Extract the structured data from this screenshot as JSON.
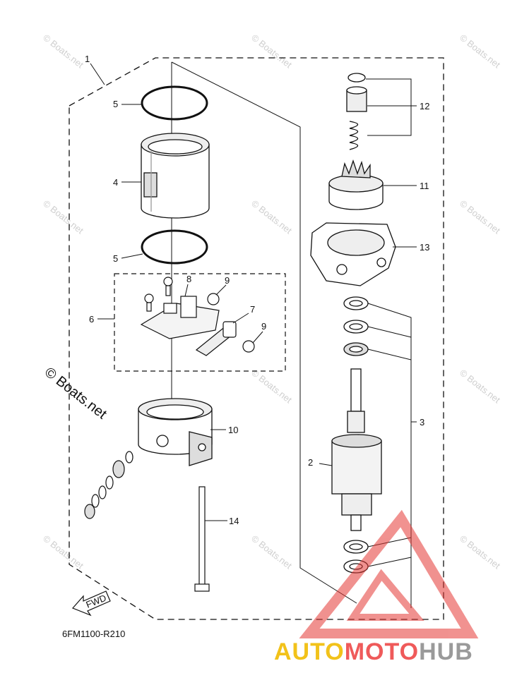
{
  "callouts": {
    "n1": "1",
    "n2": "2",
    "n3": "3",
    "n4": "4",
    "n5a": "5",
    "n5b": "5",
    "n6": "6",
    "n7": "7",
    "n8": "8",
    "n9a": "9",
    "n9b": "9",
    "n10": "10",
    "n11": "11",
    "n12": "12",
    "n13": "13",
    "n14": "14"
  },
  "diagram_code": "6FM1100-R210",
  "direction_label": "FWD",
  "watermark": {
    "small": "© Boats.net",
    "large": "© Boats.net"
  },
  "brand": {
    "part1": "AUTO",
    "part2": "MOTO",
    "part3": "HUB"
  },
  "colors": {
    "brand_yellow": "#f2c21a",
    "brand_red": "#ef5a5a",
    "brand_gray": "#9a9a9a",
    "line": "#111111"
  }
}
